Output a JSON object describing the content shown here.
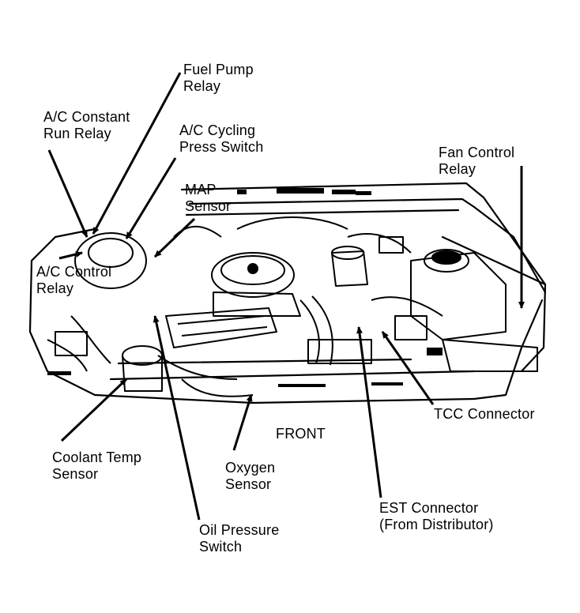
{
  "labels": {
    "fuel_pump_relay": [
      "Fuel Pump",
      "Relay"
    ],
    "ac_constant_run_relay": [
      "A/C Constant",
      "Run Relay"
    ],
    "ac_cycling_press_switch": [
      "A/C Cycling",
      "Press  Switch"
    ],
    "map_sensor": [
      "MAP",
      "Sensor"
    ],
    "fan_control_relay": [
      "Fan Control",
      "Relay"
    ],
    "ac_control_relay": [
      "A/C Control",
      "Relay"
    ],
    "tcc_connector": [
      "TCC Connector"
    ],
    "front": [
      "FRONT"
    ],
    "coolant_temp_sensor": [
      "Coolant Temp",
      "Sensor"
    ],
    "oxygen_sensor": [
      "Oxygen",
      "Sensor"
    ],
    "est_connector": [
      "EST Connector",
      "(From Distributor)"
    ],
    "oil_pressure_switch": [
      "Oil Pressure",
      "Switch"
    ]
  },
  "colors": {
    "ink": "#000000",
    "paper": "#ffffff"
  }
}
